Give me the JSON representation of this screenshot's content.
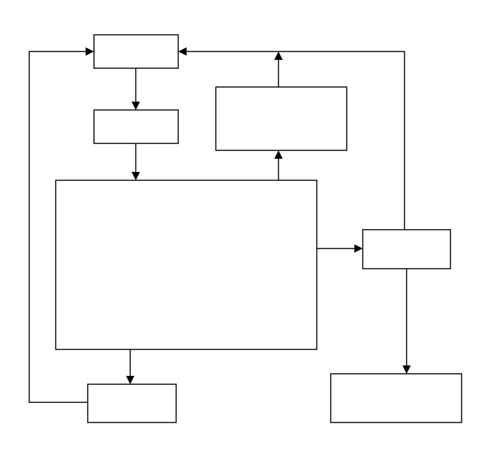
{
  "diagram": {
    "boxes": [
      {
        "id": "top-left",
        "label": ""
      },
      {
        "id": "second-left",
        "label": ""
      },
      {
        "id": "upper-right",
        "label": ""
      },
      {
        "id": "main",
        "label": ""
      },
      {
        "id": "right-middle",
        "label": ""
      },
      {
        "id": "bottom-left",
        "label": ""
      },
      {
        "id": "bottom-right",
        "label": ""
      }
    ],
    "connections": [
      {
        "from": "top-left",
        "to": "second-left"
      },
      {
        "from": "second-left",
        "to": "main"
      },
      {
        "from": "main",
        "to": "upper-right"
      },
      {
        "from": "upper-right",
        "to": "top-left"
      },
      {
        "from": "main",
        "to": "right-middle"
      },
      {
        "from": "right-middle",
        "to": "top-left"
      },
      {
        "from": "right-middle",
        "to": "bottom-right"
      },
      {
        "from": "main",
        "to": "bottom-left"
      },
      {
        "from": "bottom-left",
        "to": "top-left"
      }
    ]
  }
}
